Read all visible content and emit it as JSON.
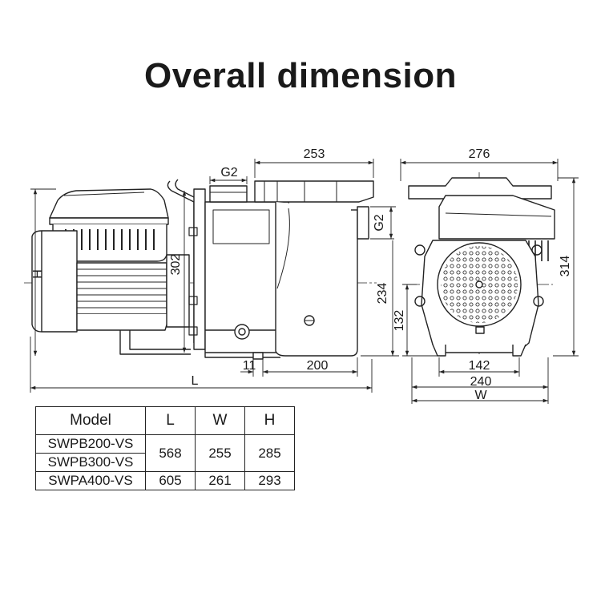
{
  "title": "Overall dimension",
  "side_view": {
    "dim_top_length": "253",
    "dim_g2_top": "G2",
    "dim_g2_side": "G2",
    "dim_height_302": "302",
    "dim_height_h": "H",
    "dim_height_234": "234",
    "dim_base_11": "11",
    "dim_base_200": "200",
    "dim_overall_l": "L"
  },
  "front_view": {
    "dim_top_width": "276",
    "dim_height_314": "314",
    "dim_height_132": "132",
    "dim_base_142": "142",
    "dim_base_240": "240",
    "dim_overall_w": "W"
  },
  "table": {
    "headers": [
      "Model",
      "L",
      "W",
      "H"
    ],
    "rows": [
      {
        "model": "SWPB200-VS",
        "L": "568",
        "W": "255",
        "H": "285"
      },
      {
        "model": "SWPB300-VS"
      },
      {
        "model": "SWPA400-VS",
        "L": "605",
        "W": "261",
        "H": "293"
      }
    ]
  }
}
